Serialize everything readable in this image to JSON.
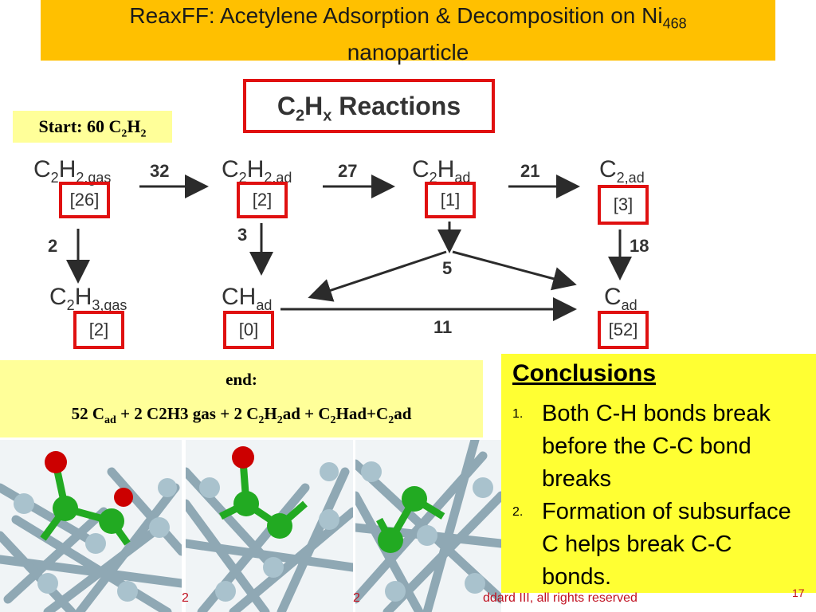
{
  "title": {
    "line1": "ReaxFF: Acetylene Adsorption & Decomposition on Ni",
    "line1_sub": "468",
    "line2": "nanoparticle"
  },
  "start": {
    "text": "Start: 60 C",
    "sub1": "2",
    "mid": "H",
    "sub2": "2"
  },
  "reactions_header": {
    "c": "C",
    "s1": "2",
    "h": "H",
    "s2": "x",
    "rest": " Reactions"
  },
  "species": {
    "c2h2_gas": {
      "count": "[26]"
    },
    "c2h2_ad": {
      "count": "[2]"
    },
    "c2h_ad": {
      "count": "[1]"
    },
    "c2_ad": {
      "count": "[3]"
    },
    "c2h3_gas": {
      "count": "[2]"
    },
    "ch_ad": {
      "count": "[0]"
    },
    "c_ad": {
      "count": "[52]"
    }
  },
  "rates": {
    "r1": "32",
    "r2": "27",
    "r3": "21",
    "r4": "2",
    "r5": "3",
    "r6": "18",
    "r7": "5",
    "r8": "11"
  },
  "end": {
    "label": "end:",
    "equation": "52 C_ad + 2 C2H3 gas + 2 C2H2ad + C2Had+C2ad"
  },
  "conclusions": {
    "heading": "Conclusions",
    "items": [
      {
        "num": "1.",
        "text": "Both C-H bonds break before the C-C bond breaks"
      },
      {
        "num": "2.",
        "text": "Formation of subsurface C helps break C-C bonds."
      }
    ]
  },
  "footer": {
    "left1": "2",
    "left2": "2",
    "right": "ddard III, all rights reserved",
    "page": "17"
  },
  "colors": {
    "title_bg": "#ffc000",
    "box_red": "#e01010",
    "light_yellow": "#ffff99",
    "bright_yellow": "#ffff33"
  }
}
